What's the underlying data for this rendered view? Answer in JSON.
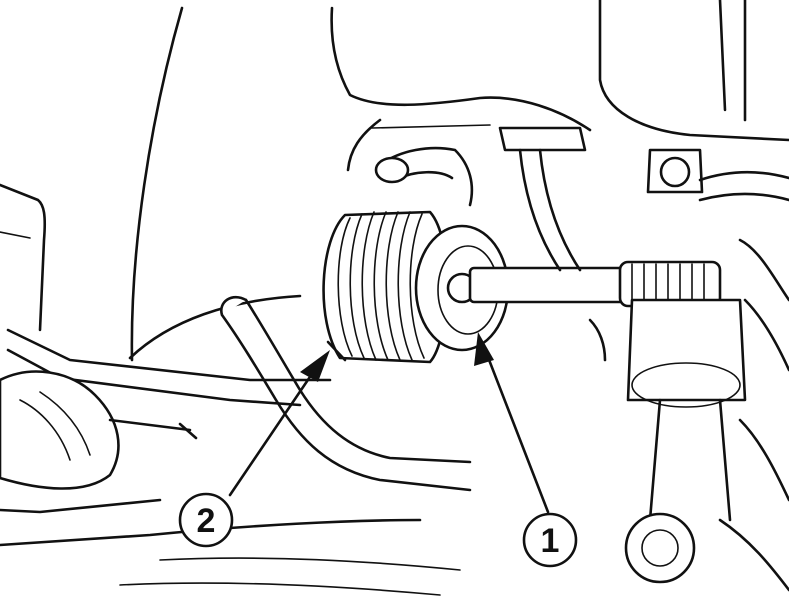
{
  "callouts": [
    {
      "id": 1,
      "label": "1"
    },
    {
      "id": 2,
      "label": "2"
    }
  ],
  "colors": {
    "ink": "#111111",
    "paper": "#ffffff"
  }
}
